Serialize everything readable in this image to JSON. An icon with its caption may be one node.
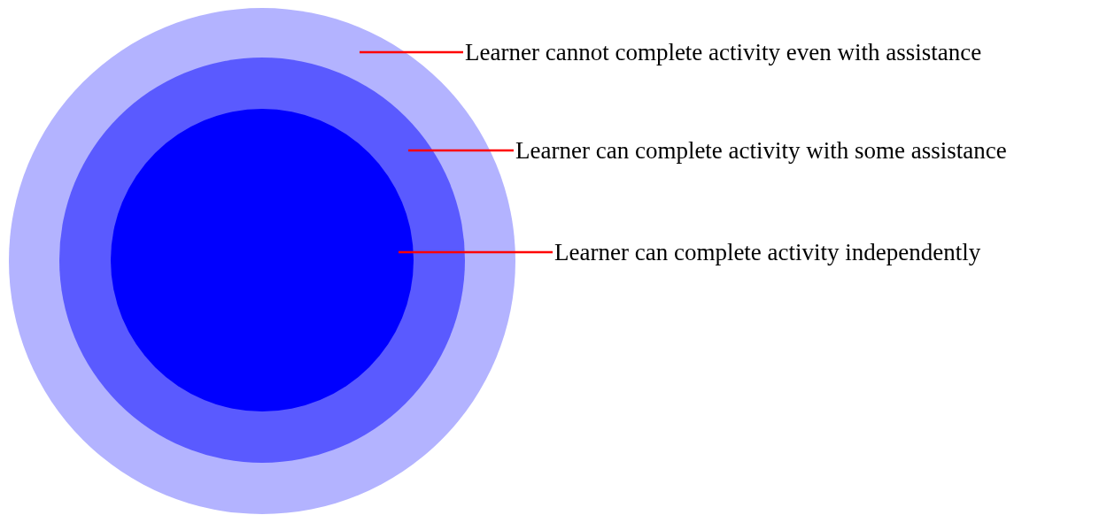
{
  "diagram": {
    "nodes": [
      {
        "text": [],
        "shape": "circle"
      },
      {
        "text": [],
        "shape": "circle",
        "in": 0
      },
      {
        "text": [],
        "shape": "circle",
        "in": 1
      },
      {
        "text": [
          "Learner cannot complete activity even with assistance"
        ]
      },
      {
        "text": [
          "Learner can complete activity with some assistance"
        ]
      },
      {
        "text": [
          "Learner can complete activity independently"
        ]
      }
    ],
    "edges": [
      {
        "from": 3,
        "to": 0,
        "arrow": "none"
      },
      {
        "from": 4,
        "to": 1,
        "arrow": "none"
      },
      {
        "from": 5,
        "to": 2,
        "arrow": "none"
      }
    ]
  }
}
